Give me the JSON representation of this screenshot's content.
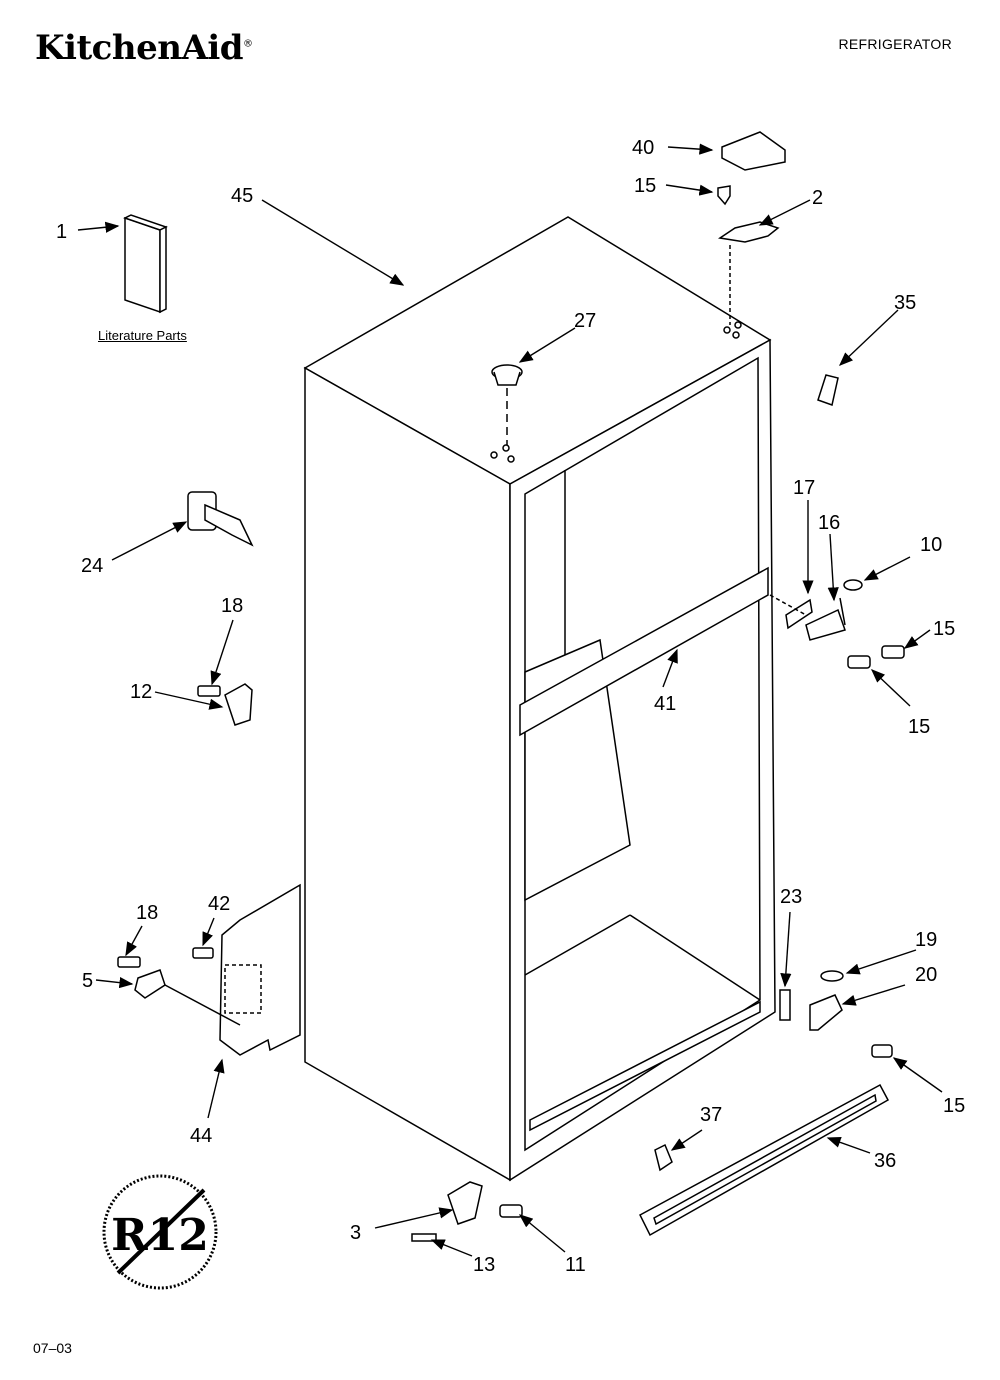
{
  "header": {
    "brand": "KitchenAid",
    "brand_mark": "®",
    "category": "REFRIGERATOR"
  },
  "literature_caption": "Literature Parts",
  "footer": {
    "date_code": "07–03"
  },
  "r12_symbol_text": "R12",
  "callouts": [
    {
      "id": "c40",
      "label": "40"
    },
    {
      "id": "c15a",
      "label": "15"
    },
    {
      "id": "c2",
      "label": "2"
    },
    {
      "id": "c45",
      "label": "45"
    },
    {
      "id": "c1",
      "label": "1"
    },
    {
      "id": "c35",
      "label": "35"
    },
    {
      "id": "c27",
      "label": "27"
    },
    {
      "id": "c17",
      "label": "17"
    },
    {
      "id": "c16",
      "label": "16"
    },
    {
      "id": "c10",
      "label": "10"
    },
    {
      "id": "c15b",
      "label": "15"
    },
    {
      "id": "c15c",
      "label": "15"
    },
    {
      "id": "c41",
      "label": "41"
    },
    {
      "id": "c24",
      "label": "24"
    },
    {
      "id": "c18a",
      "label": "18"
    },
    {
      "id": "c12",
      "label": "12"
    },
    {
      "id": "c18b",
      "label": "18"
    },
    {
      "id": "c42",
      "label": "42"
    },
    {
      "id": "c5",
      "label": "5"
    },
    {
      "id": "c44",
      "label": "44"
    },
    {
      "id": "c23",
      "label": "23"
    },
    {
      "id": "c19",
      "label": "19"
    },
    {
      "id": "c20",
      "label": "20"
    },
    {
      "id": "c15d",
      "label": "15"
    },
    {
      "id": "c37",
      "label": "37"
    },
    {
      "id": "c36",
      "label": "36"
    },
    {
      "id": "c3",
      "label": "3"
    },
    {
      "id": "c13",
      "label": "13"
    },
    {
      "id": "c11",
      "label": "11"
    }
  ]
}
